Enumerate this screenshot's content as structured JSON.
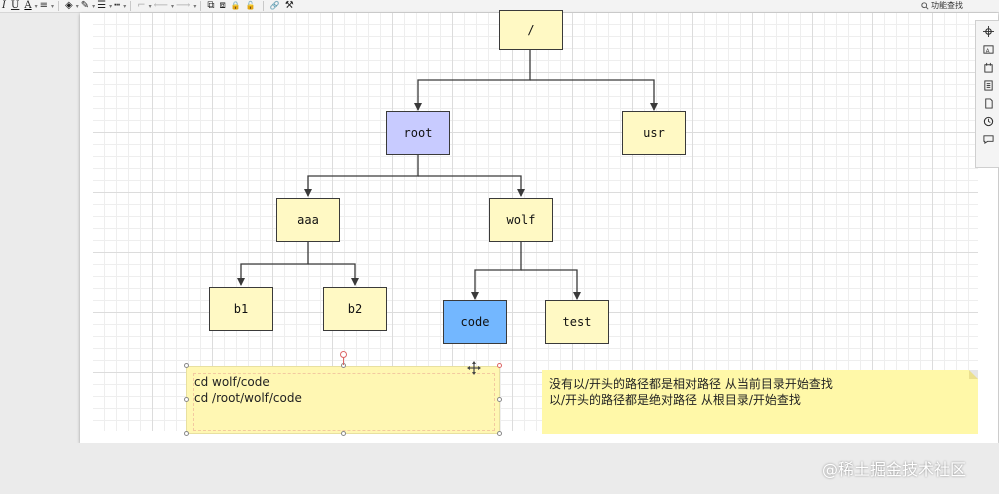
{
  "toolbar": {
    "items": [
      {
        "name": "italic",
        "glyph": "I"
      },
      {
        "name": "underline",
        "glyph": "U"
      },
      {
        "name": "font-color",
        "glyph": "A"
      },
      {
        "name": "align",
        "glyph": "≡"
      },
      {
        "name": "fill-color",
        "glyph": "◈"
      },
      {
        "name": "line-color",
        "glyph": "✎"
      },
      {
        "name": "line-width",
        "glyph": "☰"
      },
      {
        "name": "line-style",
        "glyph": "┅"
      },
      {
        "name": "connector",
        "glyph": "⌐"
      },
      {
        "name": "arrow-start",
        "glyph": "⟵"
      },
      {
        "name": "arrow-end",
        "glyph": "⟶"
      },
      {
        "name": "bring-front",
        "glyph": "⧉"
      },
      {
        "name": "send-back",
        "glyph": "⧈"
      },
      {
        "name": "lock",
        "glyph": "🔒"
      },
      {
        "name": "unlock",
        "glyph": "🔓"
      },
      {
        "name": "link",
        "glyph": "🔗"
      },
      {
        "name": "format-brush",
        "glyph": "⚒"
      }
    ],
    "search_label": "功能查找"
  },
  "diagram": {
    "nodes": {
      "slash": "/",
      "root": "root",
      "usr": "usr",
      "aaa": "aaa",
      "wolf": "wolf",
      "b1": "b1",
      "b2": "b2",
      "code": "code",
      "test": "test"
    },
    "colors": {
      "default_fill": "#fff9c4",
      "root_fill": "#c8cbff",
      "code_fill": "#73b7ff",
      "stroke": "#3a3a3a"
    }
  },
  "textbox": {
    "line1": "cd wolf/code",
    "line2": "cd /root/wolf/code"
  },
  "note": {
    "line1": "没有以/开头的路径都是相对路径  从当前目录开始查找",
    "line2": "以/开头的路径都是绝对路径  从根目录/开始查找"
  },
  "side_panel": {
    "icons": [
      "navigator-icon",
      "style-icon",
      "page-icon",
      "export-icon",
      "file-icon",
      "history-icon",
      "comment-icon"
    ]
  },
  "watermark": "@稀土掘金技术社区"
}
